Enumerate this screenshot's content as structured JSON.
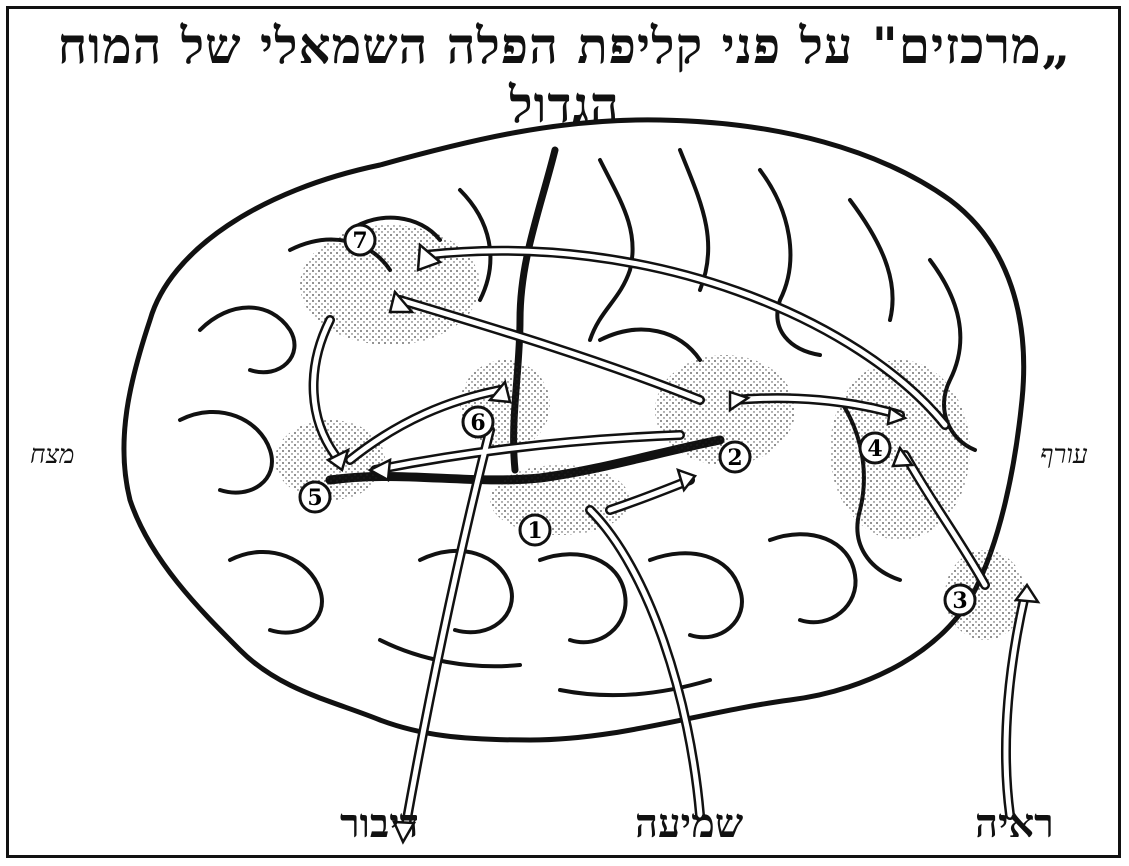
{
  "title": "„מרכזים\" על פני קליפת הפלה השמאלי של המוח הגדול",
  "labels": {
    "front": "מצח",
    "back": "עורף",
    "speech": "דיבור",
    "hearing": "שמיעה",
    "vision": "ראיה"
  },
  "centers": [
    "1",
    "2",
    "3",
    "4",
    "5",
    "6",
    "7"
  ]
}
